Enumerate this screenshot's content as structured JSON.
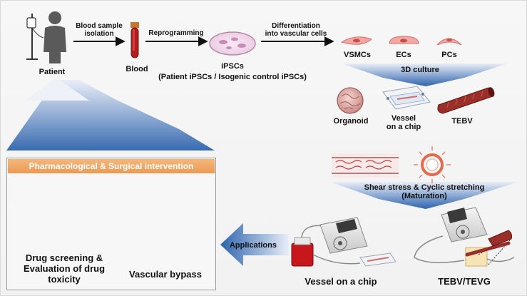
{
  "top_flow": {
    "patient": "Patient",
    "step1": "Blood sample\nisolation",
    "blood": "Blood",
    "step2": "Reprogramming",
    "ipscs": "iPSCs",
    "ipscs_sub": "(Patient iPSCs / Isogenic control iPSCs)",
    "step3": "Differentiation\ninto vascular cells",
    "cells": [
      "VSMCs",
      "ECs",
      "PCs"
    ]
  },
  "culture": {
    "label": "3D culture",
    "models": [
      "Organoid",
      "Vessel\non a chip",
      "TEBV"
    ]
  },
  "maturation": {
    "label": "Shear stress & Cyclic stretching\n(Maturation)"
  },
  "devices": {
    "chip": "Vessel on a chip",
    "tebv": "TEBV/TEVG"
  },
  "applications": {
    "label": "Applications"
  },
  "intervention": {
    "title": "Pharmacological & Surgical intervention",
    "drug": "Drug screening &\nEvaluation of drug\ntoxicity",
    "bypass": "Vascular bypass"
  },
  "colors": {
    "arrow_blue_dark": "#2f64ad",
    "arrow_blue_light": "#e9eef7",
    "orange_header": "#ec9a52",
    "cell_pink": "#f3a7a4",
    "tebv_red": "#9a2f2a"
  }
}
